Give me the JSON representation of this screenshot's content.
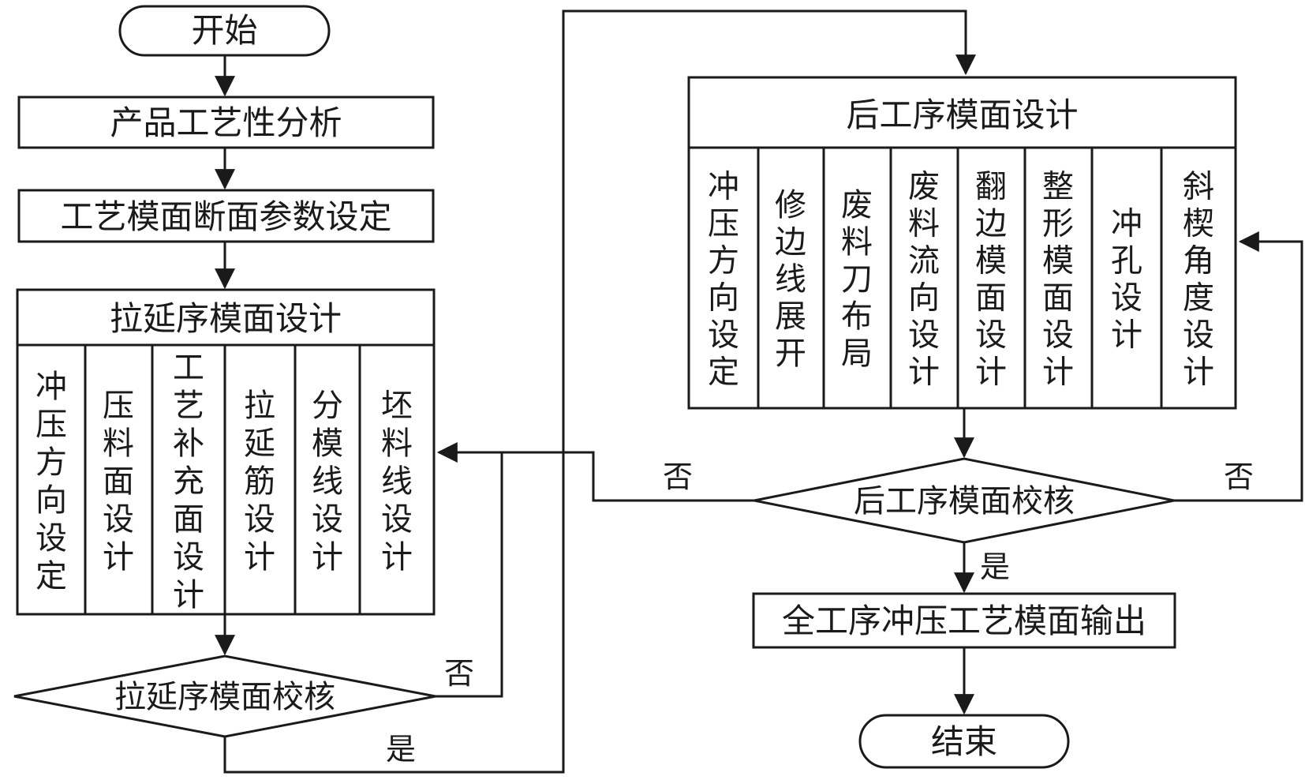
{
  "flow": {
    "start": "开始",
    "analysis": "产品工艺性分析",
    "params": "工艺模面断面参数设定",
    "draw_design": {
      "title": "拉延序模面设计",
      "steps": [
        "冲压方向设定",
        "压料面设计",
        "工艺补充面设计",
        "拉延筋设计",
        "分模线设计",
        "坯料线设计"
      ]
    },
    "draw_check": "拉延序模面校核",
    "post_design": {
      "title": "后工序模面设计",
      "steps": [
        "冲压方向设定",
        "修边线展开",
        "废料刀布局",
        "废料流向设计",
        "翻边模面设计",
        "整形模面设计",
        "冲孔设计",
        "斜楔角度设计"
      ]
    },
    "post_check": "后工序模面校核",
    "output": "全工序冲压工艺模面输出",
    "end": "结束",
    "yes": "是",
    "no": "否"
  }
}
